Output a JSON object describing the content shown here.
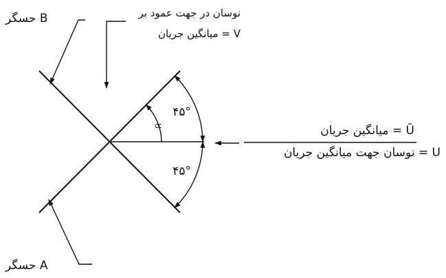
{
  "labels": {
    "sensor_b": "حسگر B",
    "sensor_a": "حسگر A",
    "perp_line1": "نوسان در جهت عمود بر",
    "perp_line2": "میانگین جریان = V",
    "mean_flow": "میانگین جریان = Ū",
    "along_flow": "نوسان جهت میانگین جریان = U",
    "angle_symbol": "∝",
    "angle_top": "۴۵°",
    "angle_bottom": "۴۵°"
  },
  "colors": {
    "ink": "#111111",
    "background": "#ffffff"
  }
}
